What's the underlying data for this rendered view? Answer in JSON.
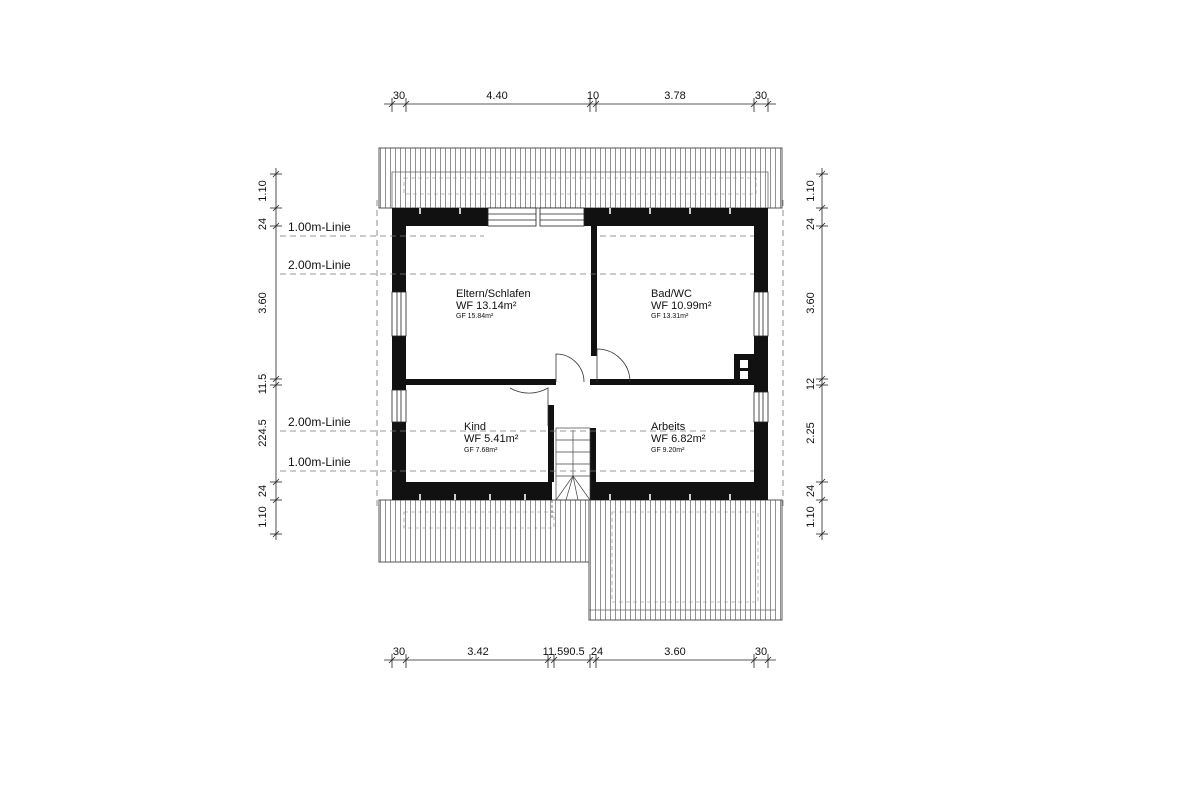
{
  "dimensions": {
    "top": [
      "30",
      "4.40",
      "10",
      "3.78",
      "30"
    ],
    "bottom": [
      "30",
      "3.42",
      "11.59",
      "0.5",
      "24",
      "3.60",
      "30"
    ],
    "left": [
      "1.10",
      "24",
      "3.60",
      "11.5",
      "224.5",
      "24",
      "1.10"
    ],
    "right": [
      "1.10",
      "24",
      "3.60",
      "12",
      "2.25",
      "24",
      "1.10"
    ]
  },
  "level_lines": {
    "upper_one": "1.00m-Linie",
    "upper_two": "2.00m-Linie",
    "lower_two": "2.00m-Linie",
    "lower_one": "1.00m-Linie"
  },
  "rooms": [
    {
      "name": "Eltern/Schlafen",
      "wf": "WF 13.14m²",
      "gf": "GF 15.84m²"
    },
    {
      "name": "Bad/WC",
      "wf": "WF 10.99m²",
      "gf": "GF 13.31m²"
    },
    {
      "name": "Kind",
      "wf": "WF 5.41m²",
      "gf": "GF 7.68m²"
    },
    {
      "name": "Arbeits",
      "wf": "WF 6.82m²",
      "gf": "GF 9.20m²"
    }
  ]
}
